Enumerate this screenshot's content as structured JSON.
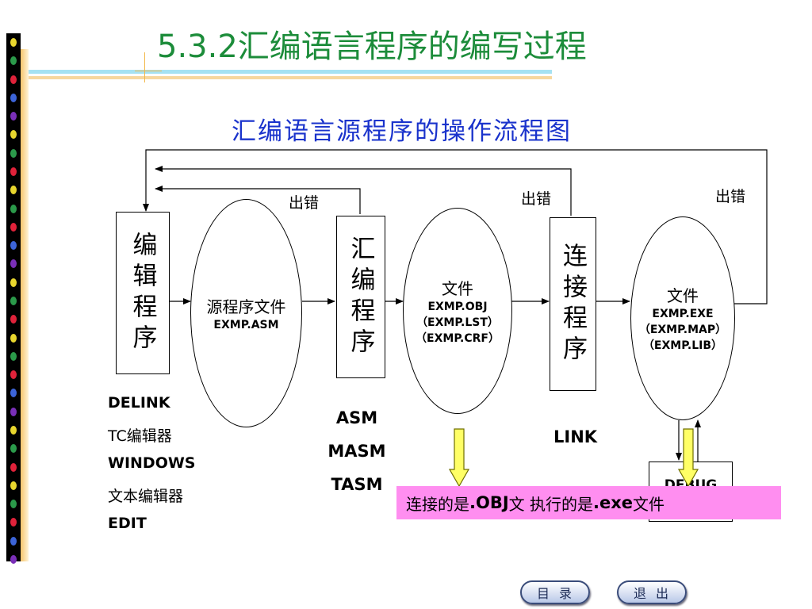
{
  "title": "5.3.2汇编语言程序的编写过程",
  "subtitle": "汇编语言源程序的操作流程图",
  "processes": {
    "edit": "编辑程序",
    "assemble": "汇编程序",
    "link": "连接程序"
  },
  "files": {
    "source": {
      "main": "源程序文件",
      "lines": [
        "EXMP.ASM"
      ]
    },
    "object": {
      "main": "文件",
      "lines": [
        "EXMP.OBJ",
        "（EXMP.LST）",
        "（EXMP.CRF）"
      ]
    },
    "exe": {
      "main": "文件",
      "lines": [
        "EXMP.EXE",
        "（EXMP.MAP）",
        "（EXMP.LIB）"
      ]
    }
  },
  "errors": [
    "出错",
    "出错",
    "出错"
  ],
  "editor_tools": [
    "DELINK",
    "TC编辑器",
    "WINDOWS",
    "文本编辑器",
    "EDIT"
  ],
  "assembler_tools": [
    "ASM",
    "MASM",
    "TASM"
  ],
  "linker_tool": "LINK",
  "debug_label": "DEBUG",
  "callout": {
    "part1": "连接的是",
    "obj": ".OBJ",
    "part2": "文 执行的是",
    "exe": ".exe",
    "part3": "文件"
  },
  "nav": {
    "contents": "目录",
    "exit": "退出"
  },
  "colors": {
    "title": "#1c8c3a",
    "subtitle": "#1a33cc",
    "callout_bg": "#ff8ef0",
    "arrow_fill": "#ffff66"
  }
}
